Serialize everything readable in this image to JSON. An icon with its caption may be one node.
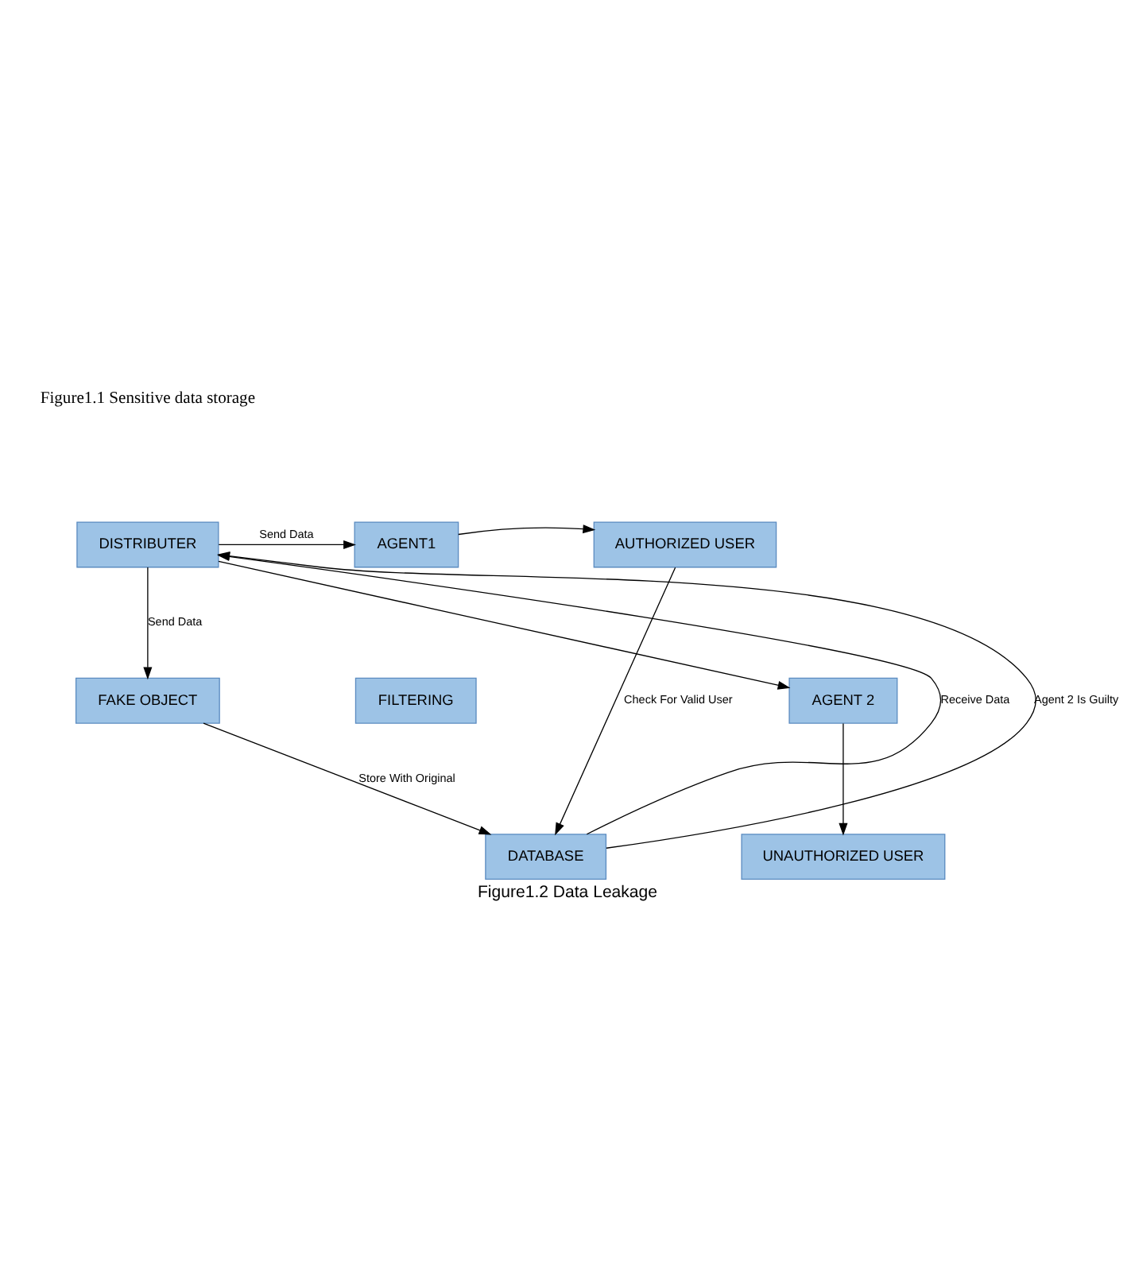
{
  "diagram": {
    "caption": "Figure1.2 Data Leakage",
    "nodes": [
      {
        "text": [
          "DISTRIBUTER"
        ]
      },
      {
        "text": [
          "AGENT1"
        ]
      },
      {
        "text": [
          "AUTHORIZED USER"
        ]
      },
      {
        "text": [
          "FAKE OBJECT"
        ]
      },
      {
        "text": [
          "FILTERING"
        ]
      },
      {
        "text": [
          "AGENT 2"
        ]
      },
      {
        "text": [
          "DATABASE"
        ]
      },
      {
        "text": [
          "UNAUTHORIZED USER"
        ]
      }
    ],
    "edges": [
      {
        "from": 0,
        "to": 1,
        "arrow": "to",
        "label": "Send Data"
      },
      {
        "from": 1,
        "to": 2,
        "arrow": "to"
      },
      {
        "from": 0,
        "to": 5,
        "arrow": "to"
      },
      {
        "from": 0,
        "to": 3,
        "arrow": "to",
        "label": "Send Data"
      },
      {
        "from": 6,
        "to": 0,
        "arrow": "to",
        "label": "Receive Data"
      },
      {
        "from": 6,
        "to": 0,
        "arrow": "to",
        "label": "Agent 2 Is Guilty"
      },
      {
        "from": 3,
        "to": 6,
        "arrow": "to",
        "label": "Store With Original"
      },
      {
        "from": 5,
        "to": 7,
        "arrow": "to"
      },
      {
        "from": 2,
        "to": 6,
        "arrow": "to",
        "label": "Check For Valid User"
      }
    ],
    "labels": [
      "Figure1.1 Sensitive data storage"
    ]
  }
}
